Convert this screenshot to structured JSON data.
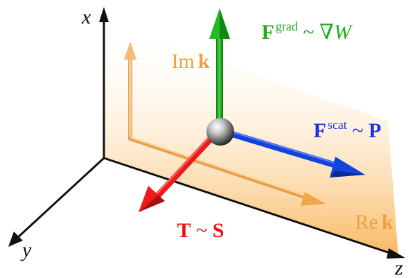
{
  "axes": {
    "x_label": "x",
    "y_label": "y",
    "z_label": "z"
  },
  "labels": {
    "im_k": {
      "prefix": "Im",
      "vector": "k",
      "color": "#f0a040"
    },
    "re_k": {
      "prefix": "Re",
      "vector": "k",
      "color": "#f0a040"
    },
    "f_grad": {
      "vector": "F",
      "superscript": "grad",
      "relation": " ~ ",
      "rhs": "∇W",
      "color": "#1faa1f"
    },
    "f_scat": {
      "vector": "F",
      "superscript": "scat",
      "relation": " ~ ",
      "rhs": "P",
      "color": "#1a33e0"
    },
    "torque": {
      "vector": "T",
      "relation": " ~ ",
      "rhs": "S",
      "color": "#ee1111"
    }
  },
  "colors": {
    "axis": "#111111",
    "plane": "#f8b860",
    "green_arrow": "#22bb22",
    "blue_arrow": "#1144dd",
    "red_arrow": "#ee1a1a",
    "orange_arrow": "#f0a848",
    "sphere": "#9a9a9a"
  }
}
